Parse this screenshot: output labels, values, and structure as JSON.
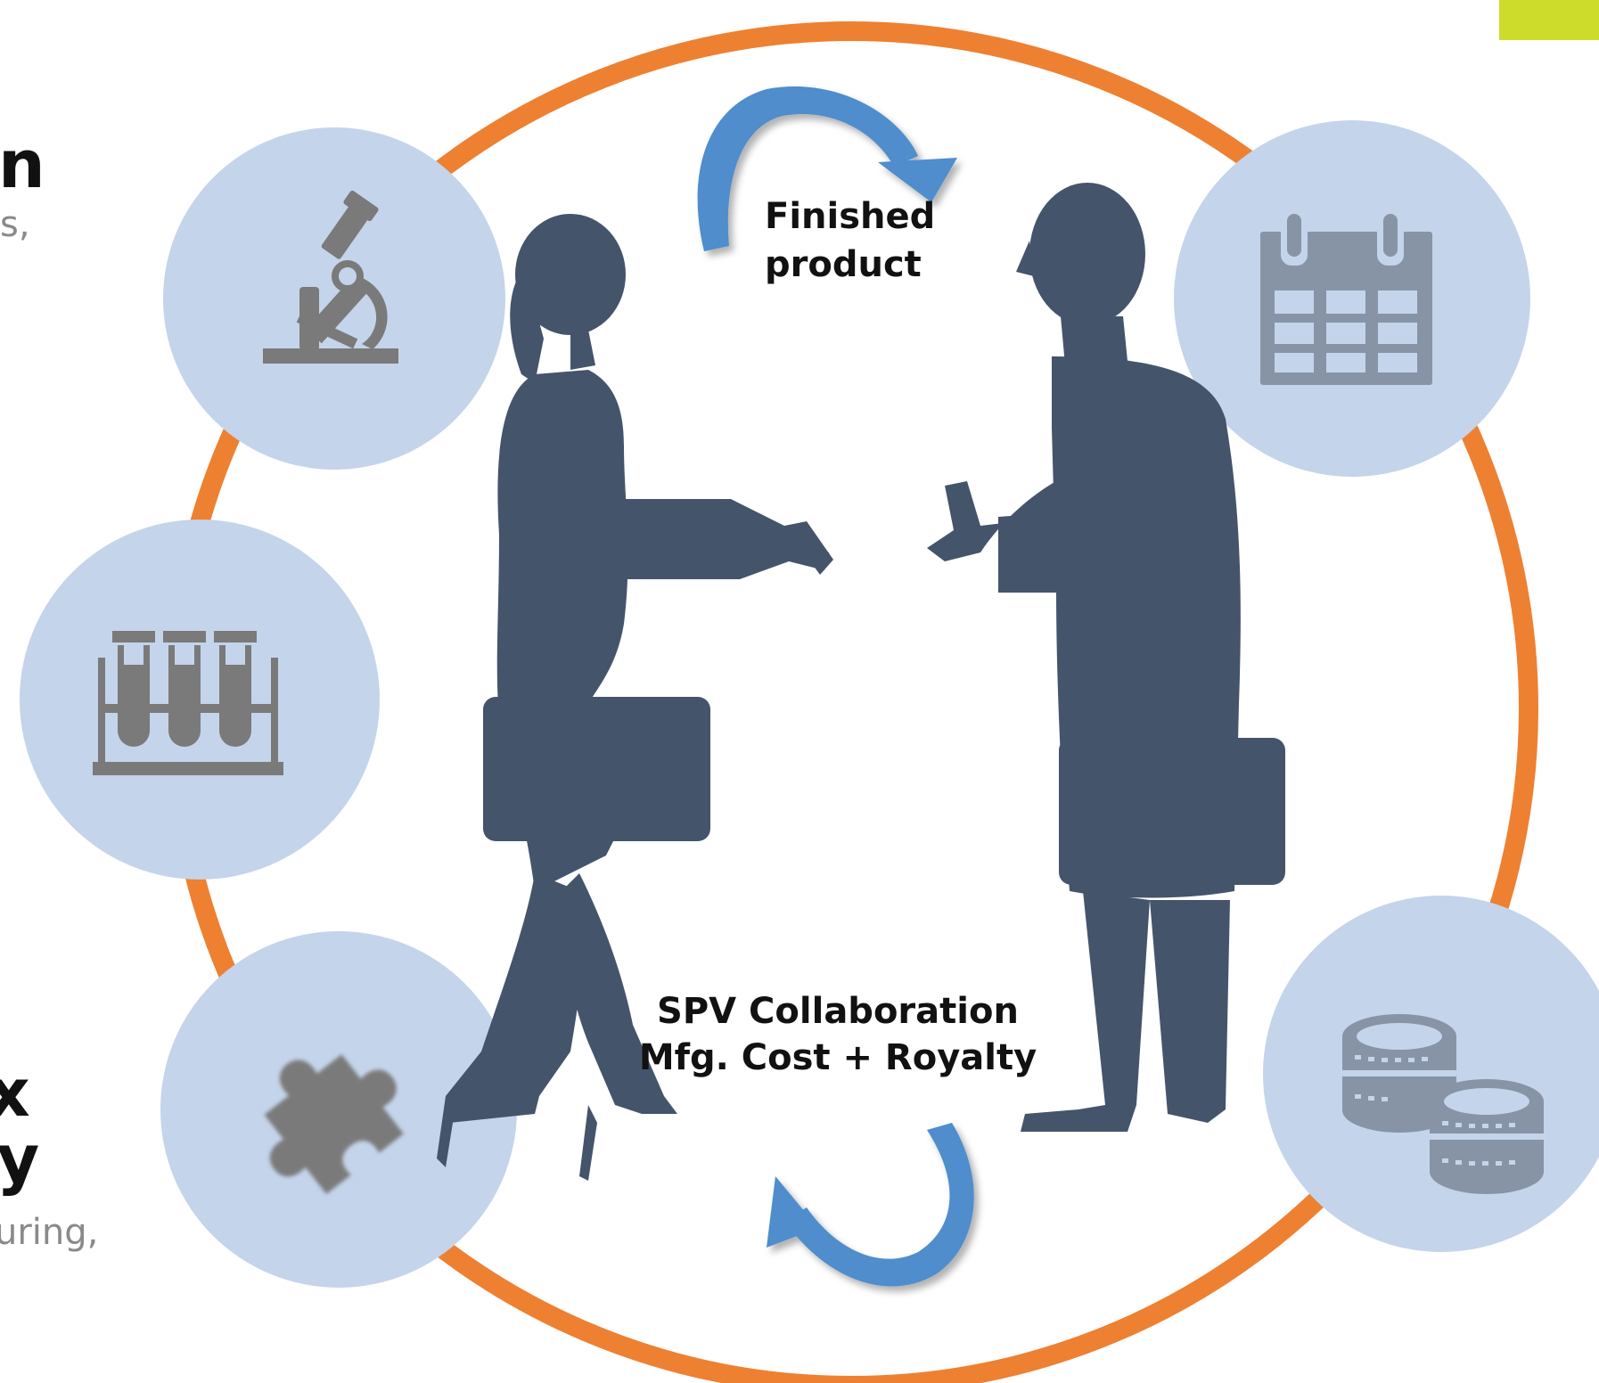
{
  "colors": {
    "ring": "#ee8031",
    "circle_fill": "#c4d4ea",
    "icon_grey": "#7a7a7a",
    "icon_slate": "#8794a6",
    "silhouette": "#44546b",
    "arrow_blue": "#4f8dcc",
    "accent_tab": "#cddc2a"
  },
  "left_fragments": {
    "heading_top": "n",
    "sub_top": "s,",
    "heading_mid": "x",
    "heading_bottom": "y",
    "sub_bottom": "uring,"
  },
  "labels": {
    "top": [
      "Finished",
      "product"
    ],
    "bottom": [
      "SPV Collaboration",
      "Mfg. Cost + Royalty"
    ]
  },
  "icons": [
    "microscope-icon",
    "test-tubes-icon",
    "puzzle-piece-icon",
    "calendar-icon",
    "coins-icon"
  ]
}
